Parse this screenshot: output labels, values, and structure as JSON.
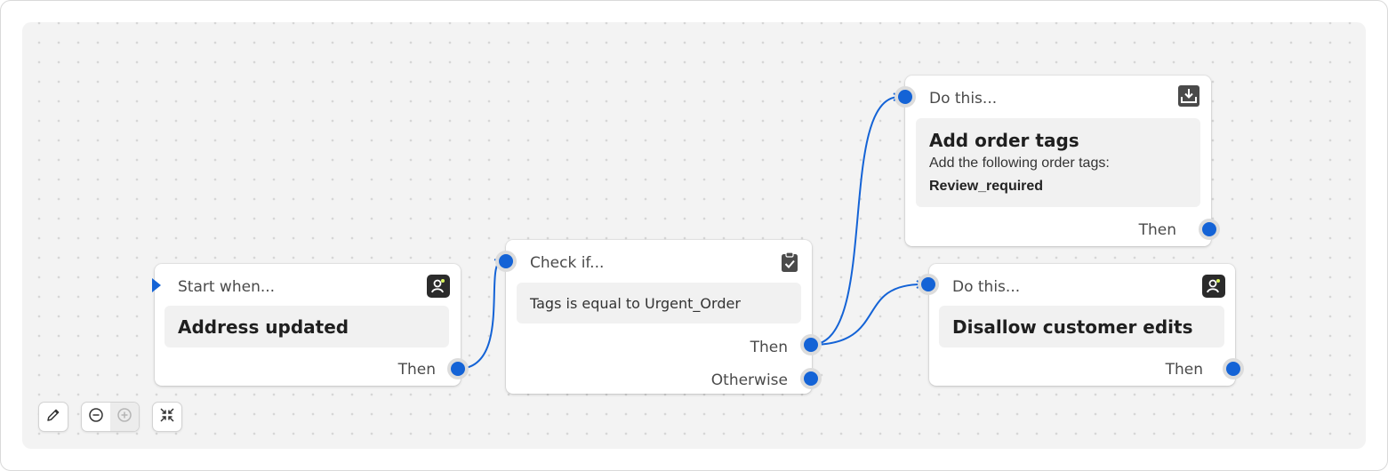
{
  "trigger": {
    "header": "Start when...",
    "title": "Address updated",
    "out_label": "Then",
    "icon": "customer-icon"
  },
  "condition": {
    "header": "Check if...",
    "rule": "Tags is equal to Urgent_Order",
    "then_label": "Then",
    "otherwise_label": "Otherwise",
    "icon": "clipboard-check-icon"
  },
  "action1": {
    "header": "Do this...",
    "title": "Add order tags",
    "description": "Add the following order tags:",
    "value": "Review_required",
    "out_label": "Then",
    "icon": "download-tray-icon"
  },
  "action2": {
    "header": "Do this...",
    "title": "Disallow customer edits",
    "out_label": "Then",
    "icon": "customer-icon"
  },
  "toolbar": {
    "edit_icon": "pencil-icon",
    "zoom_out_icon": "zoom-out-icon",
    "zoom_in_icon": "zoom-in-icon",
    "fit_icon": "collapse-icon"
  },
  "colors": {
    "accent": "#1463d6",
    "canvas": "#f3f3f3",
    "badge": "#2b2b2b",
    "badge_highlight": "#d8f35c"
  }
}
